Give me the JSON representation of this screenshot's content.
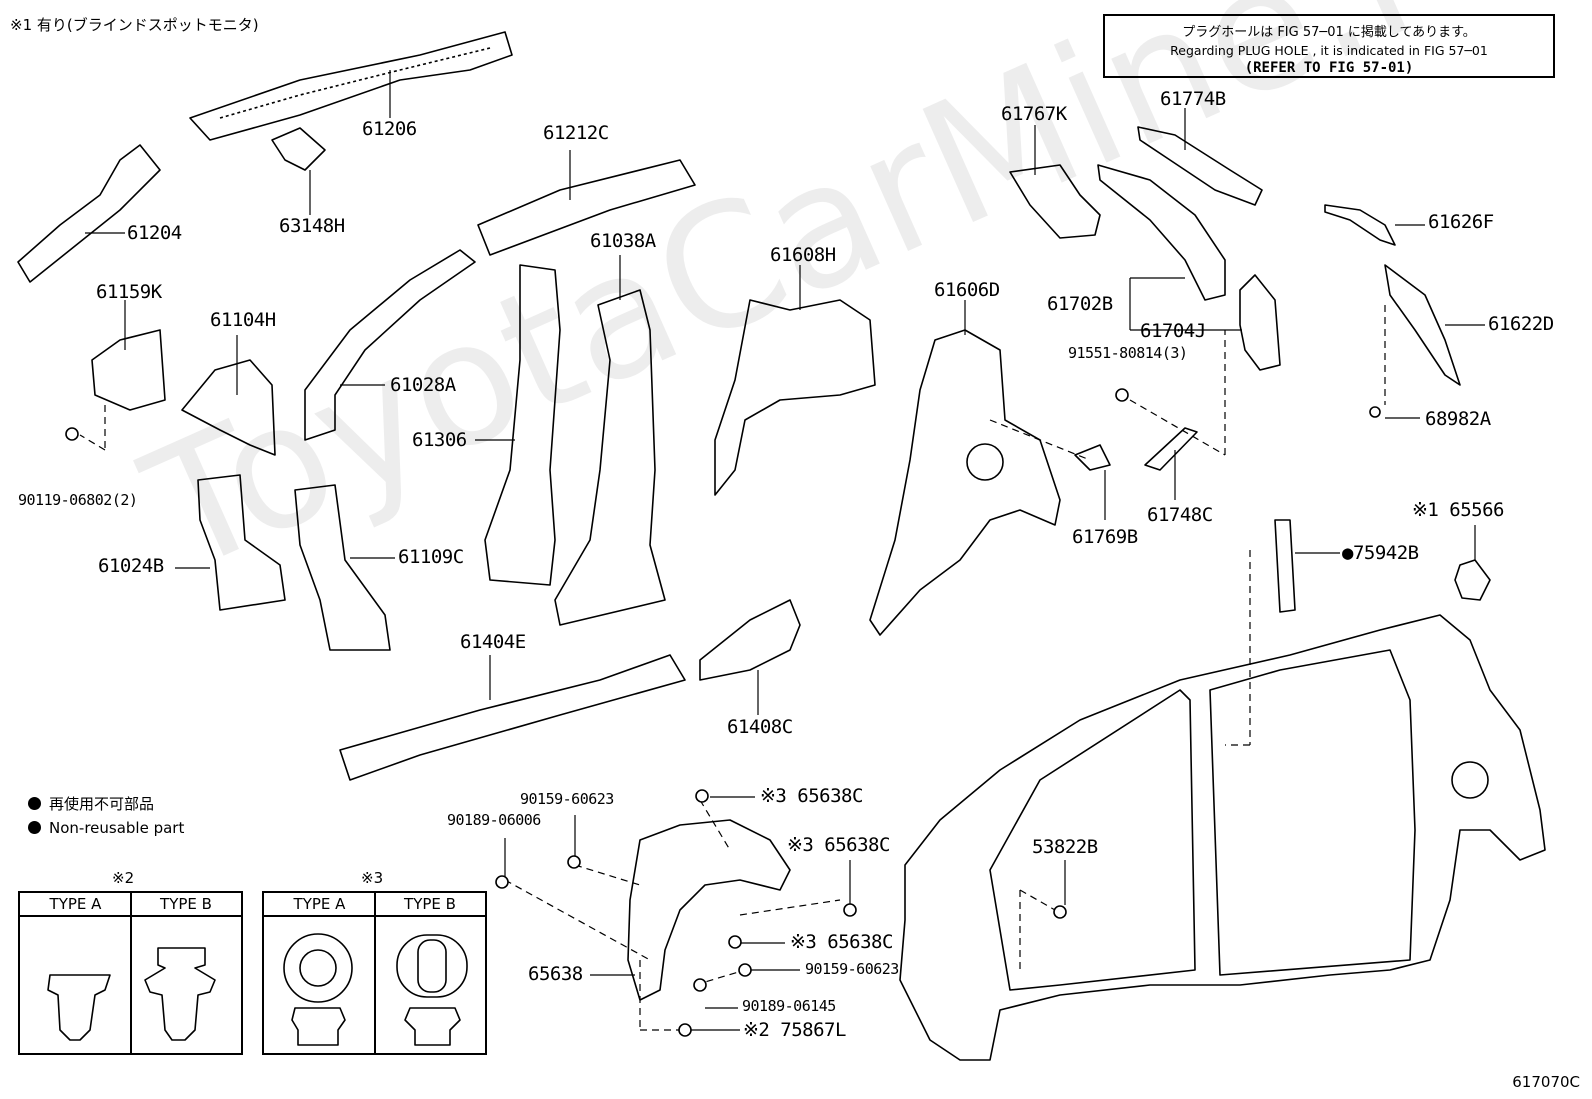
{
  "top_note": "※1 有り(ブラインドスポットモニタ)",
  "notice": {
    "jp": "プラグホールは FIG 57─01 に掲載してあります。",
    "en": "Regarding  PLUG  HOLE , it is indicated in  FIG  57─01",
    "ref": "(REFER TO FIG 57-01)"
  },
  "watermark": "ToyotaCarMine.ru",
  "legend": {
    "jp": "再使用不可部品",
    "en": "Non-reusable part"
  },
  "figure_code": "617070C",
  "types": {
    "t2": {
      "mark": "※2",
      "a": "TYPE A",
      "b": "TYPE B"
    },
    "t3": {
      "mark": "※3",
      "a": "TYPE A",
      "b": "TYPE B"
    }
  },
  "parts": {
    "p61206": "61206",
    "p61204": "61204",
    "p63148H": "63148H",
    "p61212C": "61212C",
    "p61159K": "61159K",
    "p61104H": "61104H",
    "p61028A": "61028A",
    "p61038A": "61038A",
    "p61306": "61306",
    "p61608H": "61608H",
    "p61606D": "61606D",
    "p61767K": "61767K",
    "p61774B": "61774B",
    "p61626F": "61626F",
    "p61702B": "61702B",
    "p61704J": "61704J",
    "p91551": "91551-80814(3)",
    "p61622D": "61622D",
    "p68982A": "68982A",
    "p90119": "90119-06802(2)",
    "p61024B": "61024B",
    "p61109C": "61109C",
    "p61769B": "61769B",
    "p61748C": "61748C",
    "p65566": "※1 65566",
    "p75942B": "●75942B",
    "p61404E": "61404E",
    "p61408C": "61408C",
    "p90159a": "90159-60623",
    "p90189a": "90189-06006",
    "p65638C1": "※3 65638C",
    "p65638C2": "※3 65638C",
    "p65638C3": "※3 65638C",
    "p53822B": "53822B",
    "p65638": "65638",
    "p90159b": "90159-60623",
    "p90189b": "90189-06145",
    "p75867L": "※2 75867L"
  }
}
